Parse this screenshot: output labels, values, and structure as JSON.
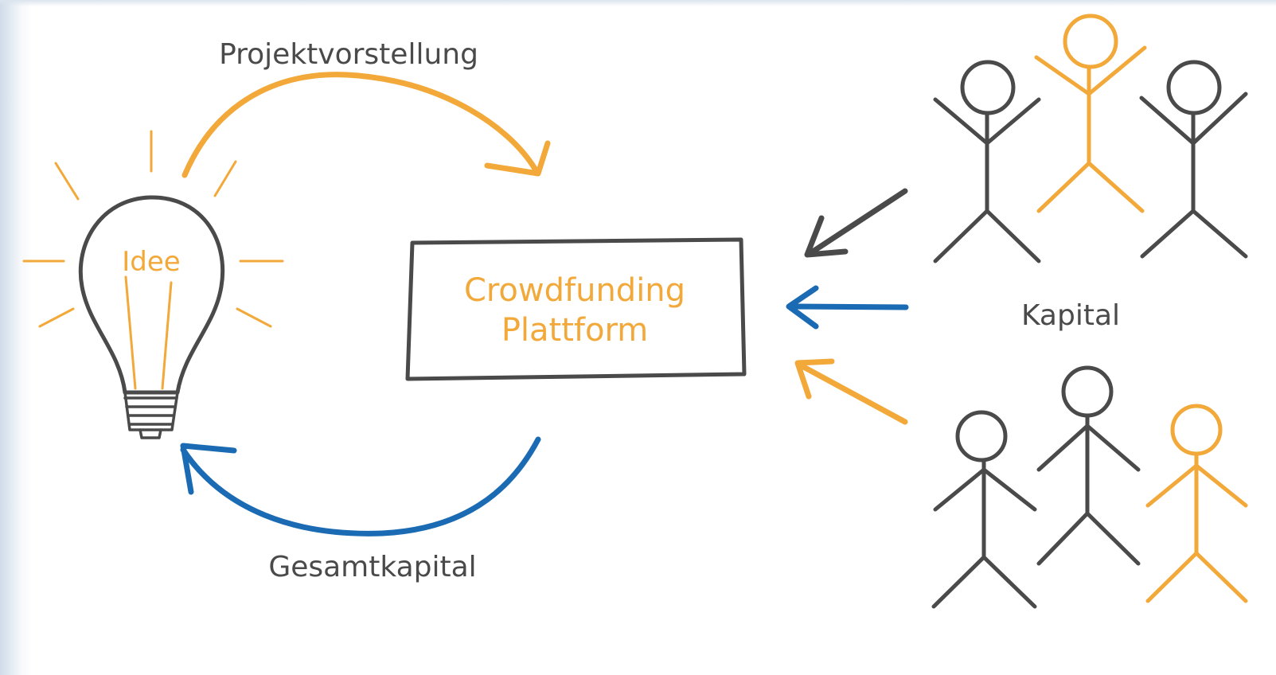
{
  "colors": {
    "orange": "#f2a93a",
    "blue": "#1a6bb3",
    "gray": "#4a4a4a"
  },
  "labels": {
    "idea": "Idee",
    "platform_line1": "Crowdfunding",
    "platform_line2": "Plattform",
    "project_presentation": "Projektvorstellung",
    "total_capital": "Gesamtkapital",
    "capital": "Kapital"
  },
  "icons": {
    "idea": "lightbulb-icon",
    "backers": "stick-figure-icon"
  }
}
